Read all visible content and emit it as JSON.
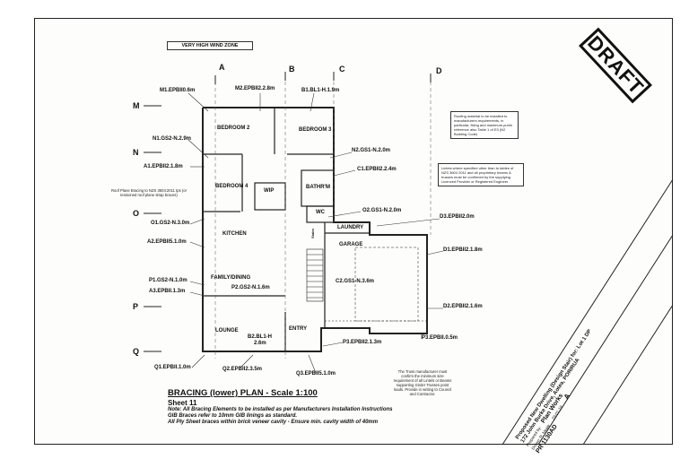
{
  "wind_zone": "VERY HIGH WIND ZONE",
  "draft": "DRAFT",
  "grid_letters_top": [
    "A",
    "B",
    "C",
    "D"
  ],
  "grid_letters_left": [
    "M",
    "N",
    "O",
    "P",
    "Q"
  ],
  "rooms": {
    "bedroom2": "BEDROOM 2",
    "bedroom3": "BEDROOM 3",
    "bedroom4": "BEDROOM 4",
    "wip": "WIP",
    "bathrm": "BATHR'M",
    "wc": "WC",
    "kitchen": "KITCHEN",
    "laundry": "LAUNDRY",
    "garage": "GARAGE",
    "family_dining": "FAMILY/DINING",
    "lounge": "LOUNGE",
    "entry": "ENTRY"
  },
  "bracing": {
    "m1": "M1.EPBII0.6m",
    "m2": "M2.EPBII2.2.8m",
    "b1": "B1.BL1-H.1.9m",
    "n1": "N1.GS2-N.2.9m",
    "n2": "N2.GS1-N.2.0m",
    "a1": "A1.EPBII2.1.8m",
    "c1": "C1.EPBII2.2.4m",
    "o1": "O1.GS2-N.3.0m",
    "o2": "O2.GS1-N.2.0m",
    "d3": "D3.EPBII2.0m",
    "a2": "A2.EPBII5.1.0m",
    "d1": "D1.EPBII2.1.8m",
    "p1": "P1.GS2-N.1.0m",
    "a3": "A3.EPBII.1.3m",
    "p2": "P2.GS2-N.1.6m",
    "c2": "C2.GS1-N.3.6m",
    "d2": "D2.EPBII2.1.6m",
    "b2": "B2.BL1-H",
    "b2len": "2.6m",
    "p3": "P3.EPBII2.1.3m",
    "p3b": "P3.EPBII.0.5m",
    "q1": "Q1.EPBII.1.0m",
    "q2": "Q2.EPBII2.3.5m",
    "q3": "Q3.EPBII5.1.0m"
  },
  "notes": {
    "roof_plane": "Roof Plane Bracing to NZS 3604:2011 tps (or tensioned roof plane strap braces)",
    "roofing_material": "Roofing material to be installed to manufacturers requirements, in particular, fixing and maximum purlin reference also Table 1 of E3 (N2 Building Code)",
    "lintels": "Lintels where specified other than to tables of NZS 3604 2011 and all proprietary beams & trusses must be confirmed by the supplying Licenced Provider or Registered Engineer",
    "truss": "The Truss manufacturer must confirm the minimum size requirement of all Lintels or Beams supporting Girder Trusses point loads. Provide in writing to Council and Contractor."
  },
  "title": {
    "main": "BRACING (lower) PLAN - Scale 1:100",
    "sheet": "Sheet 11",
    "note1": "Note: All Bracing Elements to be installed as per Manufacturers Installation Instructions",
    "note2": "GIB Braces refer to 10mm GIB linings as standard.",
    "note3": "All Ply Sheet braces within brick veneer cavity - Ensure min. cavity width of 40mm"
  },
  "title_block": {
    "project": "Proposed New Dwelling (Design Stair) for: Lot 1 DP",
    "address": "172 John Burke Drive, Aotea, PORIRUA",
    "prepared_by": "Prepared by:",
    "firm": "Plan Works",
    "drawn": "Drawn: R. Neale",
    "date": "29-01-19",
    "revision": "A",
    "job": "PR 1130AD"
  },
  "stairs_label": "Stairs"
}
